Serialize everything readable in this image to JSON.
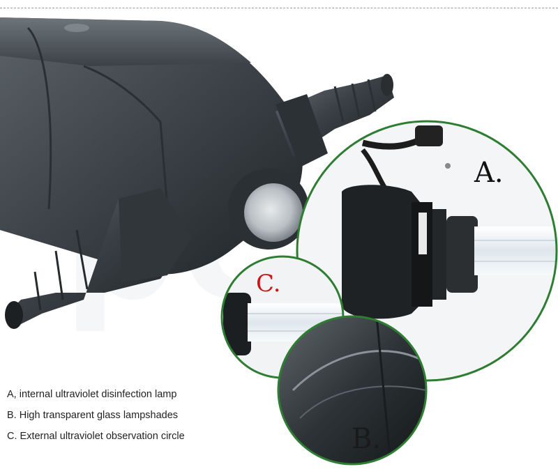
{
  "callouts": {
    "a": "A.",
    "b": "B.",
    "c": "C."
  },
  "features": [
    "A, internal ultraviolet disinfection lamp",
    "B. High transparent glass lampshades",
    "C. External ultraviolet observation circle"
  ],
  "colors": {
    "ring_green": "#2e7d32",
    "callout_c_red": "#c41a1a"
  }
}
